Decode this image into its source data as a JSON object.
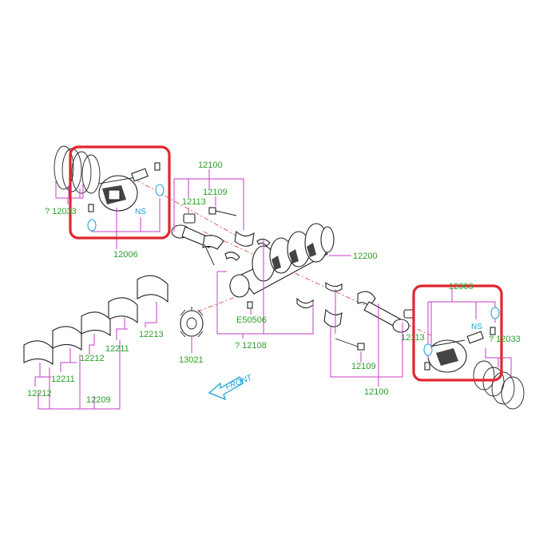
{
  "diagram": {
    "labels": {
      "piston_ring_left": "? 12033",
      "piston_assy_left": "12006",
      "ns_left": "NS",
      "conrod_assy_top": "12100",
      "bushing_top": "12113",
      "bolt_top": "12109",
      "crankshaft": "12200",
      "plug": "E50506",
      "bearing_set_center": "? 12108",
      "sprocket": "13021",
      "bearing_12213": "12213",
      "bearing_12211_a": "12211",
      "bearing_12212_a": "12212",
      "bearing_12211_b": "12211",
      "bearing_12212_b": "12212",
      "bearing_set_lower": "12209",
      "piston_assy_right": "12006",
      "ns_right": "NS",
      "piston_ring_right": "? 12033",
      "bushing_right": "12113",
      "bolt_bottom": "12109",
      "conrod_assy_bottom": "12100",
      "front": "FRONT"
    },
    "colors": {
      "part_number": "#2ca02c",
      "leader": "#c43cc4",
      "highlight": "#e0262f",
      "info_mark": "#1aa0d8",
      "center_line": "#d9534f"
    }
  }
}
